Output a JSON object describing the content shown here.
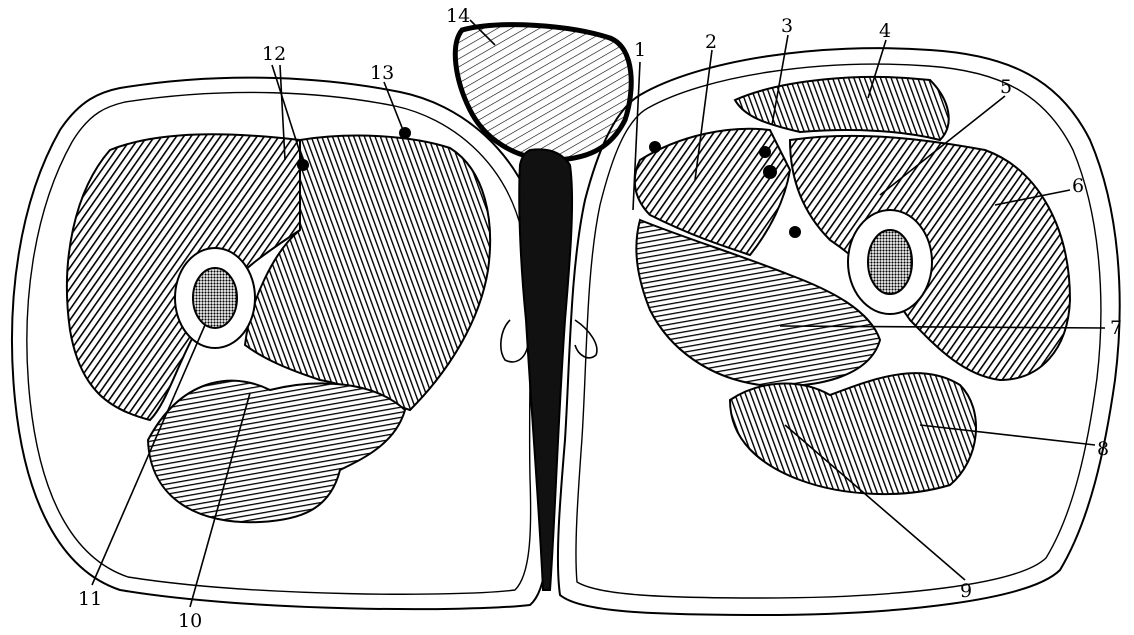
{
  "figure": {
    "labels": [
      "1",
      "2",
      "3",
      "4",
      "5",
      "6",
      "7",
      "8",
      "9",
      "10",
      "11",
      "12",
      "13",
      "14"
    ]
  },
  "colors": {
    "ink": "#000000",
    "paper": "#ffffff",
    "muscle_fill": "#3a3a3a",
    "muscle_fill_light": "#6e6e6e",
    "fat_fill": "#ffffff",
    "bone_fill": "#2a2a2a"
  }
}
